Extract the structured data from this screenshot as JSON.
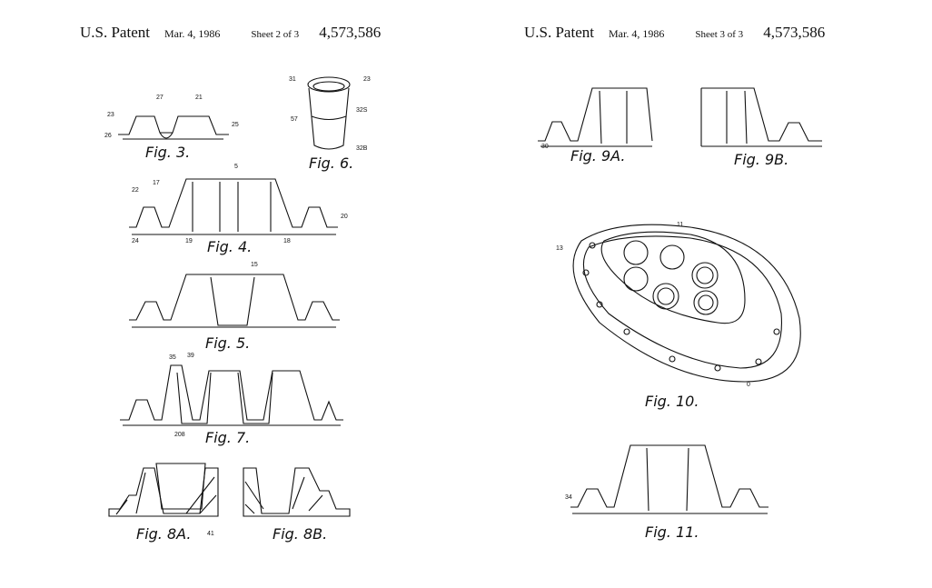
{
  "sheets": [
    {
      "label": "U.S. Patent",
      "date": "Mar. 4, 1986",
      "sheet": "Sheet 2 of 3",
      "number": "4,573,586",
      "figures": [
        "Fig. 3.",
        "Fig. 6.",
        "Fig. 4.",
        "Fig. 5.",
        "Fig. 7.",
        "Fig. 8A.",
        "Fig. 8B."
      ]
    },
    {
      "label": "U.S. Patent",
      "date": "Mar. 4, 1986",
      "sheet": "Sheet 3 of 3",
      "number": "4,573,586",
      "figures": [
        "Fig. 9A.",
        "Fig. 9B.",
        "Fig. 10.",
        "Fig. 11."
      ]
    }
  ],
  "numerals": [
    "27",
    "21",
    "23",
    "25",
    "26",
    "31",
    "23",
    "32S",
    "32B",
    "57",
    "5",
    "17",
    "22",
    "19",
    "18",
    "20",
    "24",
    "15",
    "35",
    "39",
    "208",
    "41",
    "13",
    "11",
    "34",
    "30",
    "0"
  ]
}
